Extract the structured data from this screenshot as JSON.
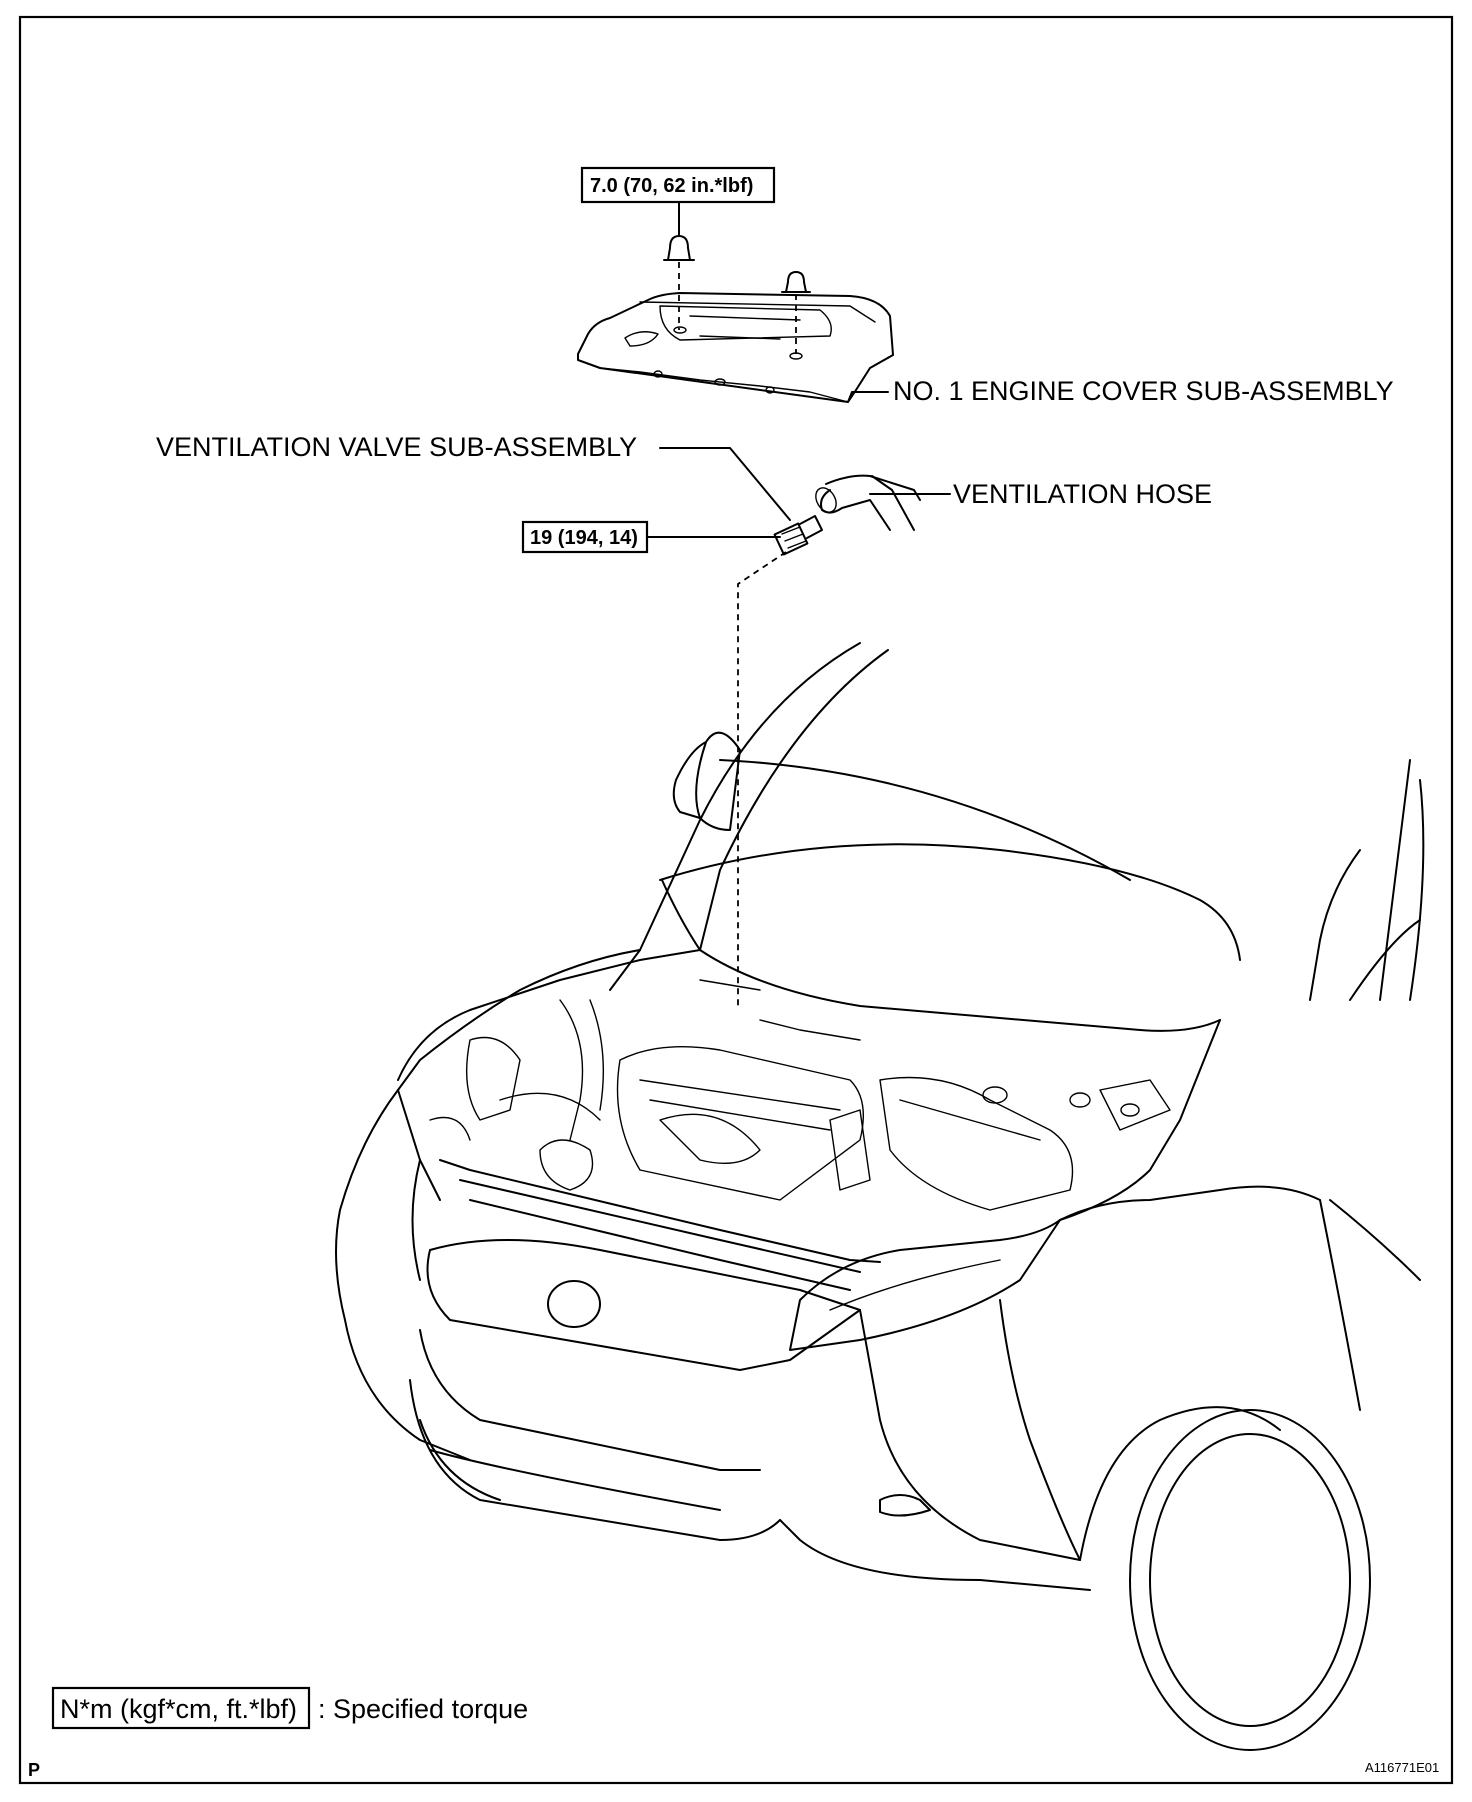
{
  "diagram": {
    "torque_bolt_cover": "7.0 (70, 62 in.*lbf)",
    "torque_valve": "19 (194, 14)",
    "label_engine_cover": "NO. 1 ENGINE COVER SUB-ASSEMBLY",
    "label_ventilation_valve": "VENTILATION VALVE SUB-ASSEMBLY",
    "label_ventilation_hose": "VENTILATION HOSE",
    "legend_torque_unit": "N*m (kgf*cm, ft.*lbf)",
    "legend_text": ": Specified torque",
    "corner_mark": "P",
    "figure_code": "A116771E01"
  }
}
